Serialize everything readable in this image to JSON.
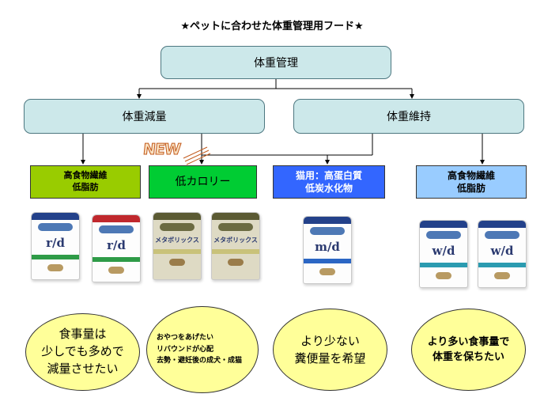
{
  "title": "★ペットに合わせた体重管理用フード★",
  "root": {
    "label": "体重管理"
  },
  "branches": [
    {
      "label": "体重減量"
    },
    {
      "label": "体重維持"
    }
  ],
  "new_badge": "NEW",
  "categories": [
    {
      "lines": [
        "高食物繊維",
        "低脂肪"
      ],
      "color": "#99cc00"
    },
    {
      "lines": [
        "低カロリー"
      ],
      "color": "#00cc33"
    },
    {
      "lines": [
        "猫用：高蛋白質",
        "低炭水化物"
      ],
      "color": "#3366ff"
    },
    {
      "lines": [
        "高食物繊維",
        "低脂肪"
      ],
      "color": "#99ccff"
    }
  ],
  "products": [
    {
      "label": "r/d"
    },
    {
      "label": "r/d"
    },
    {
      "label": "メタボリックス"
    },
    {
      "label": "メタボリックス"
    },
    {
      "label": "m/d"
    },
    {
      "label": "w/d"
    },
    {
      "label": "w/d"
    }
  ],
  "bubbles": [
    {
      "lines": [
        "食事量は",
        "少しでも多めで",
        "減量させたい"
      ]
    },
    {
      "lines": [
        "おやつをあげたい",
        "リバウンドが心配",
        "去勢・避妊後の成犬・成猫"
      ]
    },
    {
      "lines": [
        "より少ない",
        "糞便量を希望"
      ]
    },
    {
      "lines": [
        "より多い食事量で",
        "体重を保ちたい"
      ]
    }
  ]
}
